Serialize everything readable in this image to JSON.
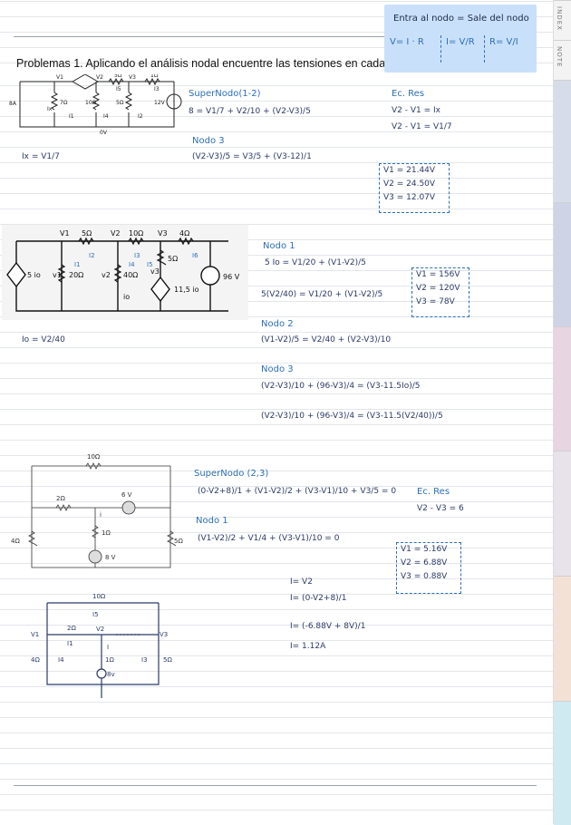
{
  "header_box": {
    "title": "Entra al nodo = Sale del nodo",
    "f1": "V= I · R",
    "f2": "I= V/R",
    "f3": "R= V/I"
  },
  "tabs": [
    "INDEX",
    "NOTE"
  ],
  "tab_colors": [
    "#d7dde8",
    "#cfd3e6",
    "#e7d5e2",
    "#e8e2ea",
    "#f4e1d6",
    "#cfeaf0"
  ],
  "problem_title": "Problemas 1. Aplicando el análisis nodal encuentre las tensiones en cada nodo",
  "p1": {
    "supernode_label": "SuperNodo(1-2)",
    "supernode_eq": "8 = V1/7 + V2/10 + (V2-V3)/5",
    "ec_res_label": "Ec. Res",
    "ec_res_1": "V2 - V1 = Ix",
    "ec_res_2": "V2 - V1 = V1/7",
    "nodo3_label": "Nodo 3",
    "nodo3_eq": "(V2-V3)/5 = V3/5 + (V3-12)/1",
    "ix_eq": "Ix = V1/7",
    "answers": [
      "V1 = 21.44V",
      "V2 = 24.50V",
      "V3 = 12.07V"
    ]
  },
  "p2": {
    "nodo1_label": "Nodo 1",
    "nodo1_eq1": "5 Io = V1/20 + (V1-V2)/5",
    "nodo1_eq2": "5(V2/40) = V1/20 + (V1-V2)/5",
    "nodo2_label": "Nodo 2",
    "nodo2_eq": "(V1-V2)/5 = V2/40 + (V2-V3)/10",
    "nodo3_label": "Nodo 3",
    "nodo3_eq1": "(V2-V3)/10 + (96-V3)/4 = (V3-11.5Io)/5",
    "nodo3_eq2": "(V2-V3)/10 + (96-V3)/4 = (V3-11.5(V2/40))/5",
    "io_eq": "Io = V2/40",
    "answers": [
      "V1 = 156V",
      "V2 = 120V",
      "V3 = 78V"
    ]
  },
  "p3": {
    "supernode_label": "SuperNodo (2,3)",
    "supernode_eq": "(0-V2+8)/1 + (V1-V2)/2 + (V3-V1)/10 + V3/5 = 0",
    "ec_res_label": "Ec. Res",
    "ec_res": "V2 - V3 = 6",
    "nodo1_label": "Nodo 1",
    "nodo1_eq": "(V1-V2)/2 + V1/4 + (V3-V1)/10 = 0",
    "i_lines": [
      "I= V2",
      "I= (0-V2+8)/1",
      "I= (-6.88V + 8V)/1",
      "I= 1.12A"
    ],
    "answers": [
      "V1 = 5.16V",
      "V2 = 6.88V",
      "V3 = 0.88V"
    ]
  },
  "circuit1": {
    "src": "8A",
    "r1": "7Ω",
    "r2": "10Ω",
    "r3": "5Ω",
    "r4": "5Ω",
    "r5": "1Ω",
    "vs": "12V",
    "labels": [
      "V1",
      "V2",
      "V3",
      "Ix",
      "I5",
      "I4",
      "I2",
      "I3",
      "I1",
      "0V"
    ]
  },
  "circuit2": {
    "labels": [
      "V1",
      "5Ω",
      "V2",
      "10Ω",
      "V3",
      "4Ω",
      "5 io",
      "v1",
      "20Ω",
      "v2",
      "40Ω",
      "v3",
      "5Ω",
      "11,5 io",
      "96 V",
      "io",
      "I1",
      "I2",
      "I3",
      "I4",
      "I5",
      "I6"
    ]
  },
  "circuit3": {
    "labels": [
      "10Ω",
      "2Ω",
      "6 V",
      "i",
      "1Ω",
      "4Ω",
      "8 V",
      "5Ω"
    ]
  },
  "circuit4": {
    "labels": [
      "10Ω",
      "I5",
      "V1",
      "2Ω",
      "V2",
      "V3",
      "I1",
      "I",
      "4Ω",
      "I4",
      "1Ω",
      "I3",
      "5Ω",
      "8v"
    ]
  }
}
